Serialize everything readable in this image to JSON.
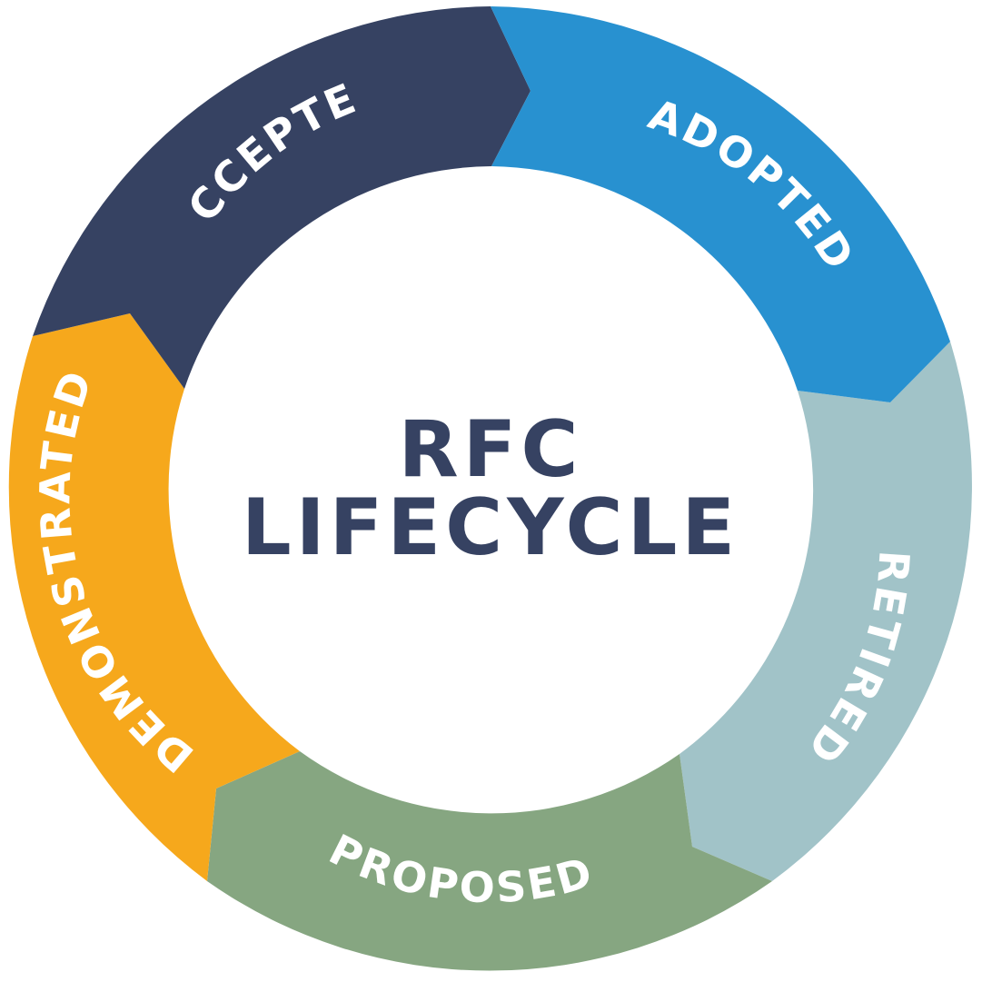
{
  "title": {
    "line1": "RFC",
    "line2": "LIFECYCLE"
  },
  "stages": [
    {
      "key": "proposed",
      "label": "PROPOSED",
      "color": "#86A681"
    },
    {
      "key": "demonstrated",
      "label": "DEMONSTRATED",
      "color": "#F6A81C"
    },
    {
      "key": "accepted",
      "label": "ACCEPTED",
      "color": "#364262"
    },
    {
      "key": "adopted",
      "label": "ADOPTED",
      "color": "#2891D0"
    },
    {
      "key": "retired",
      "label": "RETIRED",
      "color": "#A1C3C8"
    }
  ],
  "colors": {
    "title": "#364262",
    "label_text": "#FFFFFF",
    "background": "#FFFFFF"
  }
}
